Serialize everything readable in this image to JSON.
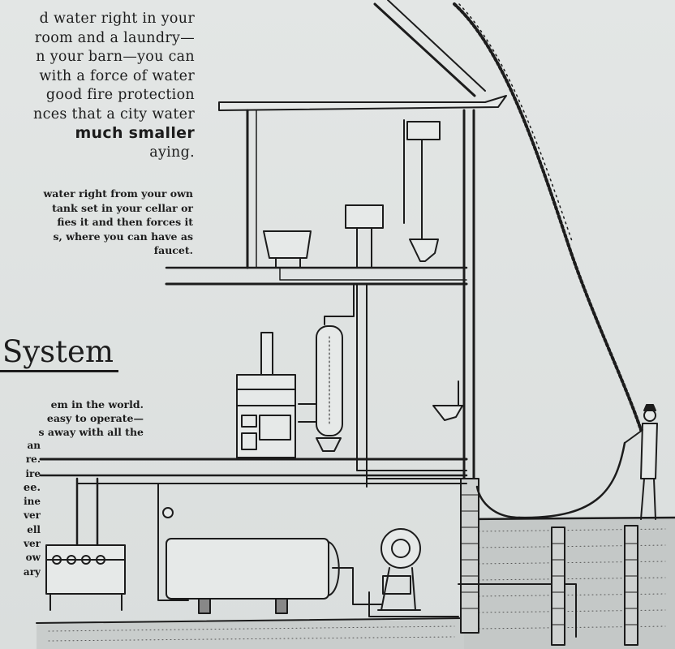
{
  "article": {
    "lead_lines": [
      "d water right in your",
      "room and a laundry—",
      "n your barn—you can",
      "with a force of water",
      "good fire protection",
      "nces that a city water",
      "much smaller",
      "aying."
    ],
    "body_lines": [
      "water right from your own",
      "tank set in your cellar or",
      "fies it and then forces it",
      "s, where you can have as",
      "faucet."
    ],
    "heading": "System",
    "body2_lines": [
      "em in the world.",
      "easy to operate—",
      "s away with all the"
    ],
    "body3_lines": [
      "an",
      "re.",
      "ire",
      "ee.",
      "ine",
      "ver",
      "ell",
      "ver",
      "ow",
      "ary"
    ]
  },
  "illustration": {
    "icon": "house-water-system-illustration",
    "colors": {
      "ink": "#1c1c1c",
      "paper": "#dfe3e2",
      "ground": "#b9bdbc"
    }
  }
}
